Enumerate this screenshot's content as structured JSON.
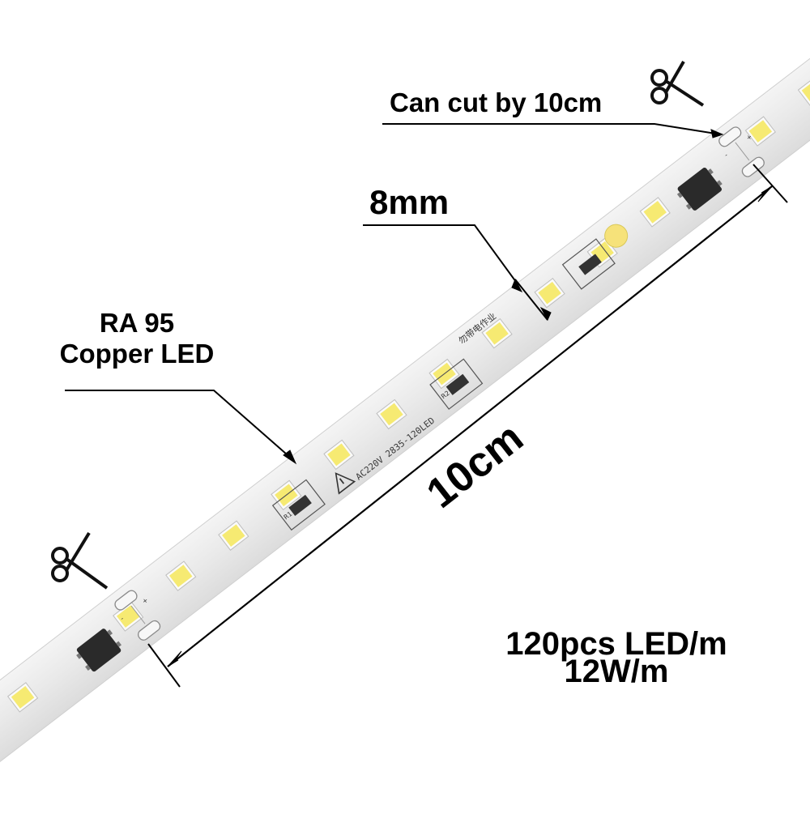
{
  "labels": {
    "cut": "Can cut by 10cm",
    "width": "8mm",
    "cri_line1": "RA 95",
    "cri_line2": "Copper LED",
    "length": "10cm",
    "density_line1": "120pcs LED/m",
    "density_line2": "12W/m"
  },
  "strip": {
    "print_model": "AC220V 2835-120LED",
    "print_chinese": "勿带电作业",
    "resistor_1": "R1",
    "resistor_2": "R2",
    "plus": "+",
    "minus": "-",
    "board_color": "#ebebeb",
    "led_color": "#f6ea72"
  },
  "icons": [
    "scissors-icon",
    "warning-icon"
  ]
}
